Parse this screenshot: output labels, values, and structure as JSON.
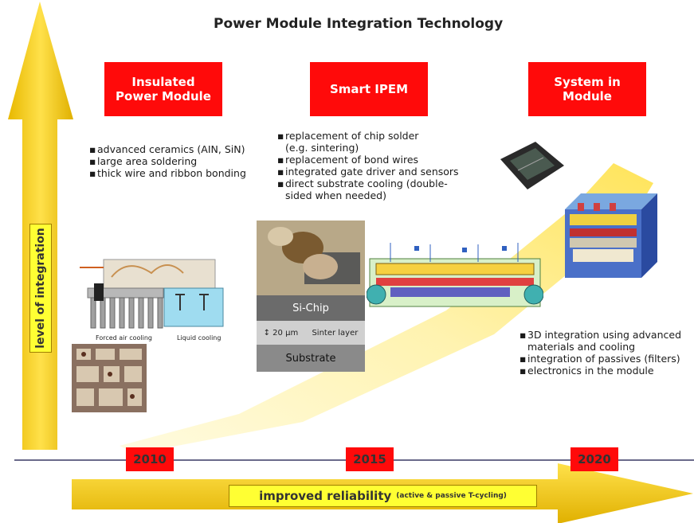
{
  "title": "Power Module Integration Technology",
  "stages": [
    {
      "label": "Insulated\nPower Module",
      "bullets": [
        "advanced ceramics (AIN, SiN)",
        "large area soldering",
        "thick wire and ribbon bonding"
      ]
    },
    {
      "label": "Smart IPEM",
      "bullets": [
        "replacement of chip solder",
        "(e.g. sintering)",
        "replacement of bond wires",
        "integrated gate driver and sensors",
        "direct substrate cooling (double-",
        "sided when needed)"
      ]
    },
    {
      "label": "System in\nModule",
      "bullets": [
        "3D integration using advanced",
        "materials and cooling",
        "integration of passives (filters)",
        "electronics in the module"
      ]
    }
  ],
  "cooling_labels": {
    "forced_air": "Forced air cooling",
    "liquid": "Liquid cooling"
  },
  "sinter_stack": {
    "chip": "Si-Chip",
    "thickness": "↕ 20 µm",
    "sinter": "Sinter layer",
    "substrate": "Substrate"
  },
  "years": [
    "2010",
    "2015",
    "2020"
  ],
  "axes": {
    "y_label": "level of integration",
    "x_label": "improved reliability",
    "x_label_note": "(active & passive T-cycling)"
  },
  "colors": {
    "arrow_yellow": "#f5d000",
    "stage_red": "#ff0a0a",
    "label_yellow": "#ffff33"
  }
}
